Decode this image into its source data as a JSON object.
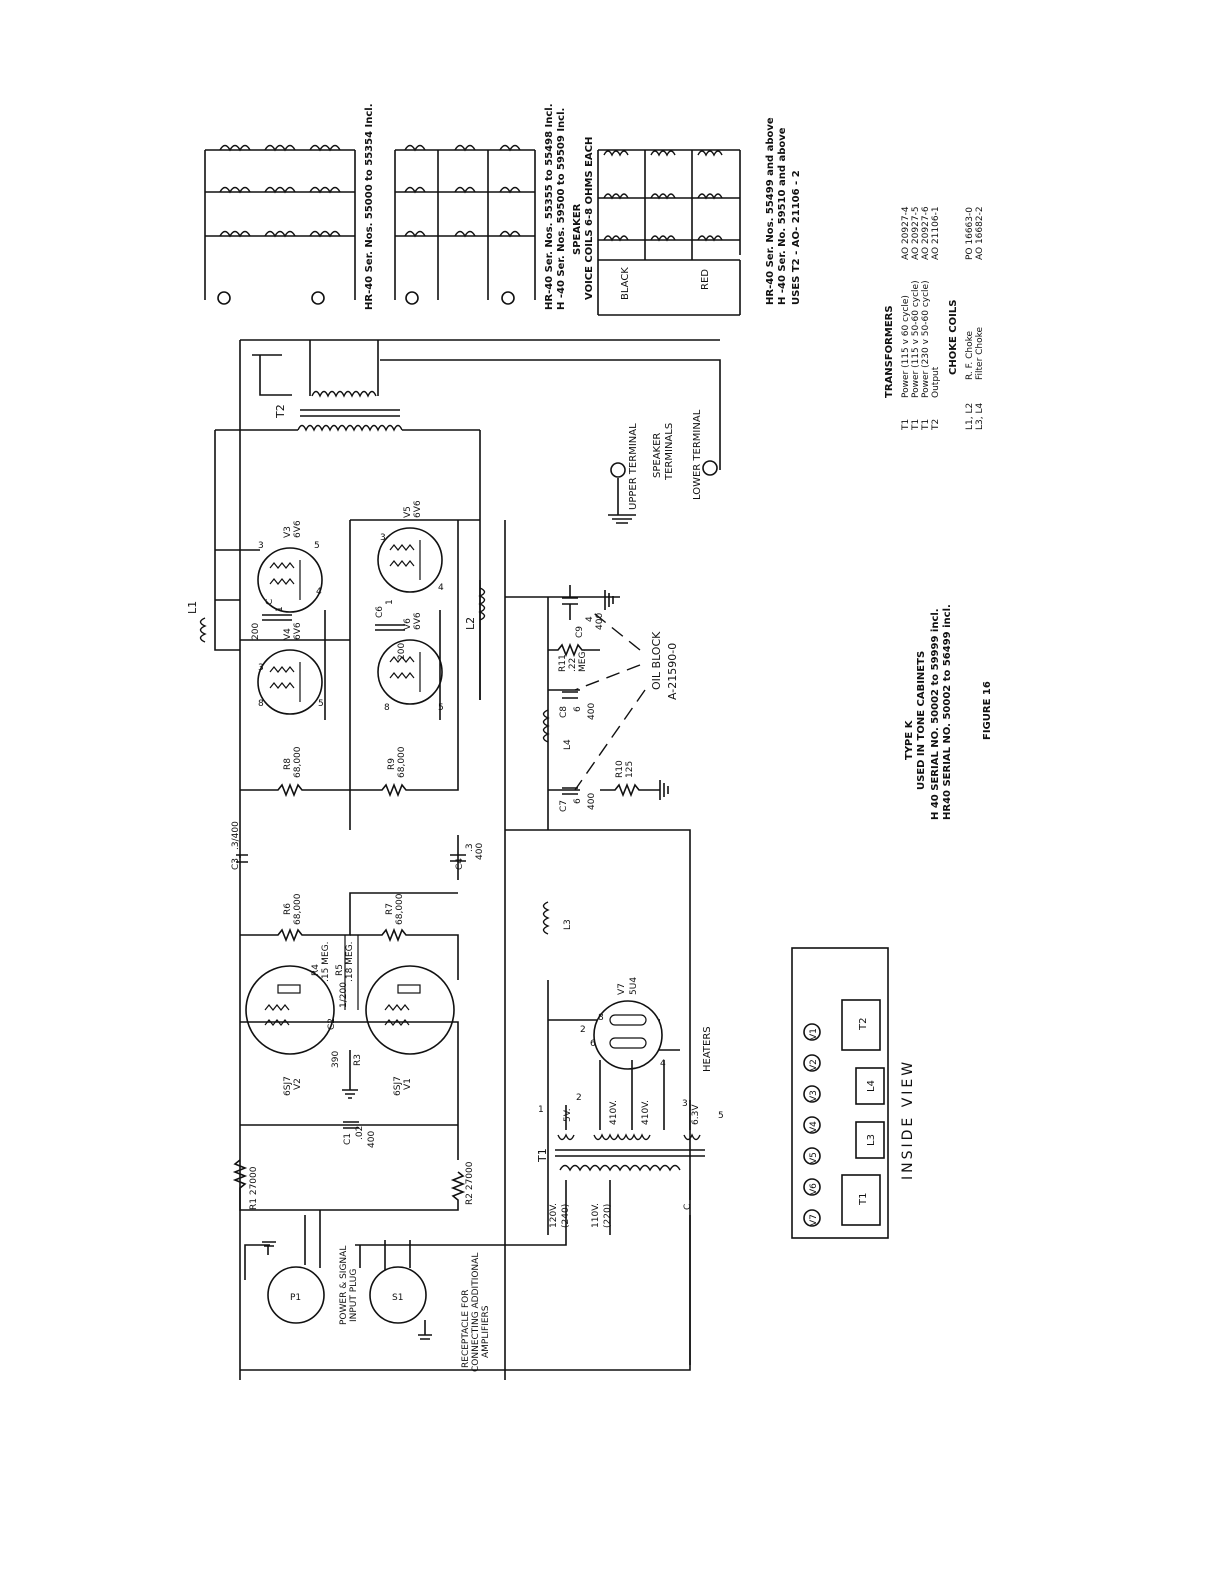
{
  "variants": {
    "v1": "HR-40 Ser. Nos. 55000 to 55354 Incl.",
    "v2a": "HR-40 Ser. Nos. 55355 to 55498 Incl.",
    "v2b": "H -40 Ser. Nos. 59500 to 59509 Incl.",
    "speaker": "SPEAKER",
    "voice_coils": "VOICE COILS 6-8 OHMS EACH",
    "v3a": "HR-40 Ser. Nos. 55499 and above",
    "v3b": "H -40 Ser. No. 59510 and above",
    "v3c": "USES T2 - AO- 21106 - 2",
    "black": "BLACK",
    "red": "RED"
  },
  "terminals": {
    "upper": "UPPER TERMINAL",
    "speaker1": "SPEAKER",
    "speaker2": "TERMINALS",
    "lower": "LOWER TERMINAL"
  },
  "output_section": {
    "t2": "T2",
    "l1": "L1",
    "l2": "L2",
    "v3_name": "V3",
    "v3_type": "6V6",
    "v4_name": "V4",
    "v4_type": "6V6",
    "v5_name": "V5",
    "v5_type": "6V6",
    "v6_name": "V6",
    "v6_type": "6V6",
    "c_200a": "200",
    "c_c": "C",
    "c_1a": "1",
    "c_6": "C6",
    "c_1b": "1",
    "c_200b": "200",
    "pin3": "3",
    "pin5": "5",
    "pin4": "4",
    "pin8": "8"
  },
  "filter": {
    "c9": "C9",
    "c9_v": "4",
    "c9_w": "400",
    "r11": "R11",
    "r11_v": ".22",
    "r11_u": "MEG.",
    "oil1": "OIL BLOCK",
    "oil2": "A-21590-0",
    "c8": "C8",
    "c8_v": "6",
    "c8_w": "400",
    "l4": "L4",
    "c7": "C7",
    "c7_v": "6",
    "c7_w": "400",
    "r10": "R10",
    "r10_v": "125",
    "l3": "L3"
  },
  "driver": {
    "r8": "R8",
    "r8_v": "68,000",
    "r9": "R9",
    "r9_v": "68,000",
    "c3": "C3",
    "c3_v": ".3/400",
    "c4": "C4",
    "c4_v": ".3",
    "c4_w": "400",
    "r6": "R6",
    "r6_v": "68,000",
    "r7": "R7",
    "r7_v": "68,000",
    "r4": "R4",
    "r4_v": ".15 MEG.",
    "r5": "R5",
    "r5_v": ".18 MEG.",
    "c2": "C2",
    "c2_v": "1/200",
    "v2_type": "6SJ7",
    "v2_name": "V2",
    "v1_type": "6SJ7",
    "v1_name": "V1",
    "r3": "R3",
    "r3_v": "390",
    "c1": "C1",
    "c1_v": ".02",
    "c1_w": "400",
    "r1": "R1 27000",
    "r2": "R2 27000"
  },
  "power": {
    "t1": "T1",
    "v7_name": "V7",
    "v7_type": "5U4",
    "tap_5v": "5V.",
    "tap_410a": "410V.",
    "tap_410b": "410V.",
    "tap_63": "6.3V",
    "heaters": "HEATERS",
    "p120": "120V.",
    "p240": "(240)",
    "p110": "110V.",
    "p220": "(220)",
    "pc": "C",
    "n1": "1",
    "n2": "2",
    "n3": "3",
    "n4": "4",
    "n5": "5",
    "n6": "6",
    "n8": "8"
  },
  "plugs": {
    "p1": "P1",
    "s1": "S1",
    "p1_label1": "POWER & SIGNAL",
    "p1_label2": "INPUT PLUG",
    "rec1": "RECEPTACLE FOR",
    "rec2": "CONNECTING ADDITIONAL",
    "rec3": "AMPLIFIERS"
  },
  "inside_view": {
    "title": "INSIDE VIEW",
    "tubes": [
      "V7",
      "V6",
      "V5",
      "V4",
      "V3",
      "V2",
      "V1"
    ],
    "parts": [
      "T1",
      "L3",
      "L4",
      "T2"
    ]
  },
  "captions": {
    "type": "TYPE K",
    "used": "USED IN TONE CABINETS",
    "h40": "H 40    SERIAL NO. 50002 to 59999 incl.",
    "hr40": "HR40   SERIAL NO. 50002 to 56499 incl.",
    "figure": "FIGURE 16"
  },
  "transformers": {
    "title": "TRANSFORMERS",
    "rows": [
      {
        "ref": "T1",
        "desc": "Power   (115 v 60 cycle)",
        "part": "AO 20927-4"
      },
      {
        "ref": "T1",
        "desc": "Power   (115 v 50-60 cycle)",
        "part": "AO 20927-5"
      },
      {
        "ref": "T1",
        "desc": "Power   (230 v 50-60 cycle)",
        "part": "AO 20927-6"
      },
      {
        "ref": "T2",
        "desc": "Output",
        "part": "AO 21106-1"
      }
    ],
    "choke_title": "CHOKE COILS",
    "chokes": [
      {
        "ref": "L1, L2",
        "desc": "R. F. Choke",
        "part": "PO 16663-0"
      },
      {
        "ref": "L3, L4",
        "desc": "Filter Choke",
        "part": "AO 16682-2"
      }
    ]
  }
}
